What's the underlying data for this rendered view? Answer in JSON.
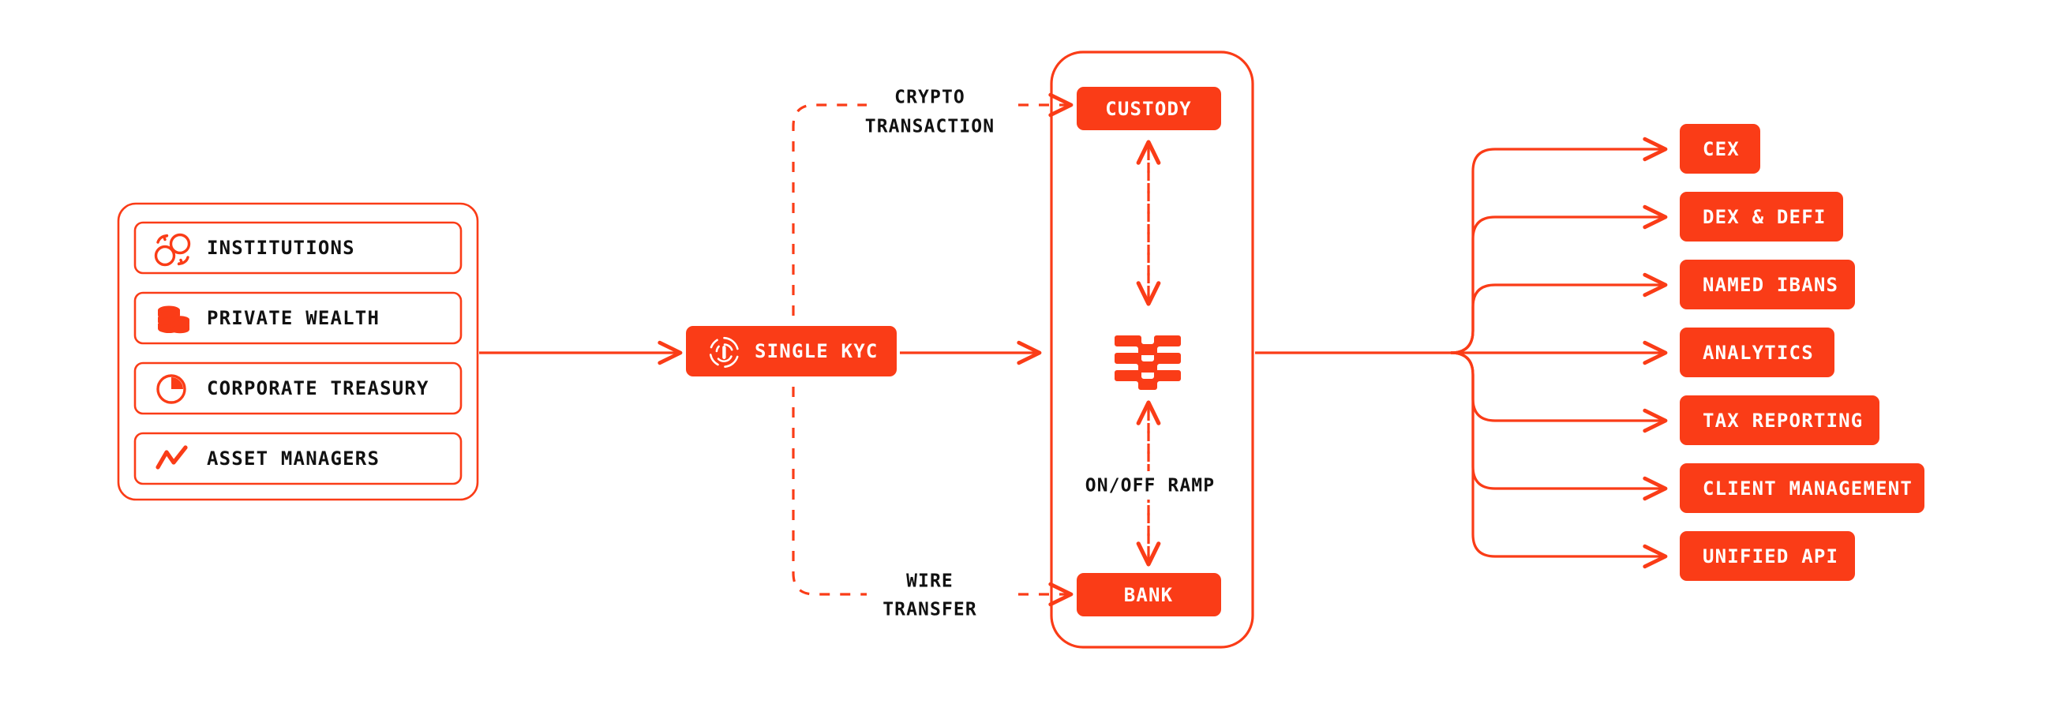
{
  "colors": {
    "brand": "#FA3C17",
    "text_dark": "#111111",
    "text_light": "#ffffff",
    "background": "#ffffff"
  },
  "sources": {
    "container_name": "client-segments-group",
    "items": [
      {
        "label": "INSTITUTIONS",
        "icon": "institutions-exchange-icon"
      },
      {
        "label": "PRIVATE WEALTH",
        "icon": "coins-stack-icon"
      },
      {
        "label": "CORPORATE TREASURY",
        "icon": "pie-chart-icon"
      },
      {
        "label": "ASSET MANAGERS",
        "icon": "line-chart-icon"
      }
    ]
  },
  "gateway": {
    "label": "SINGLE KYC",
    "icon": "fingerprint-id-icon"
  },
  "edge_labels": {
    "crypto_transaction_line1": "CRYPTO",
    "crypto_transaction_line2": "TRANSACTION",
    "wire_transfer_line1": "WIRE",
    "wire_transfer_line2": "TRANSFER",
    "on_off_ramp": "ON/OFF RAMP"
  },
  "platform": {
    "container_name": "platform-group",
    "top_node": "CUSTODY",
    "bottom_node": "BANK",
    "center_icon": "layers-logo-icon"
  },
  "outputs": [
    {
      "label": "CEX"
    },
    {
      "label": "DEX & DEFI"
    },
    {
      "label": "NAMED IBANS"
    },
    {
      "label": "ANALYTICS"
    },
    {
      "label": "TAX REPORTING"
    },
    {
      "label": "CLIENT MANAGEMENT"
    },
    {
      "label": "UNIFIED API"
    }
  ]
}
